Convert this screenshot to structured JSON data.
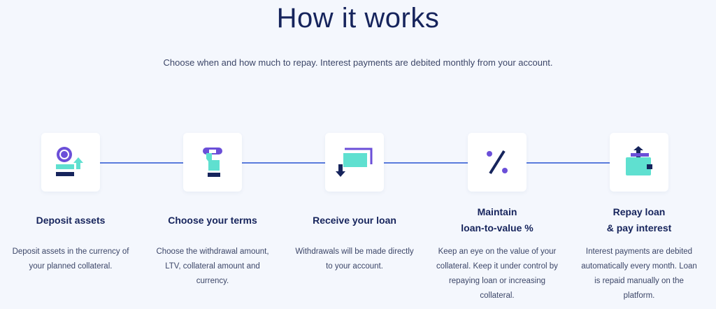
{
  "header": {
    "title": "How it works",
    "subtitle": "Choose when and how much to repay. Interest payments are debited monthly from your account."
  },
  "colors": {
    "navy": "#16245c",
    "teal": "#5fe0d0",
    "purple": "#6b4fd8",
    "line": "#5a7bdc"
  },
  "steps": [
    {
      "icon": "deposit-coin-icon",
      "title_line1": "Deposit assets",
      "title_line2": "",
      "description": "Deposit assets in the currency of your planned collateral."
    },
    {
      "icon": "hand-terms-icon",
      "title_line1": "Choose your terms",
      "title_line2": "",
      "description": "Choose the withdrawal amount, LTV, collateral amount and currency."
    },
    {
      "icon": "receive-cards-icon",
      "title_line1": "Receive your loan",
      "title_line2": "",
      "description": "Withdrawals will be made directly to your account."
    },
    {
      "icon": "percent-icon",
      "title_line1": "Maintain",
      "title_line2": "loan-to-value %",
      "description": "Keep an eye on the value of your collateral. Keep it under control by repaying loan or increasing collateral."
    },
    {
      "icon": "wallet-upload-icon",
      "title_line1": "Repay loan",
      "title_line2": "& pay interest",
      "description": "Interest payments are debited automatically every month. Loan is repaid manually on the platform."
    }
  ]
}
